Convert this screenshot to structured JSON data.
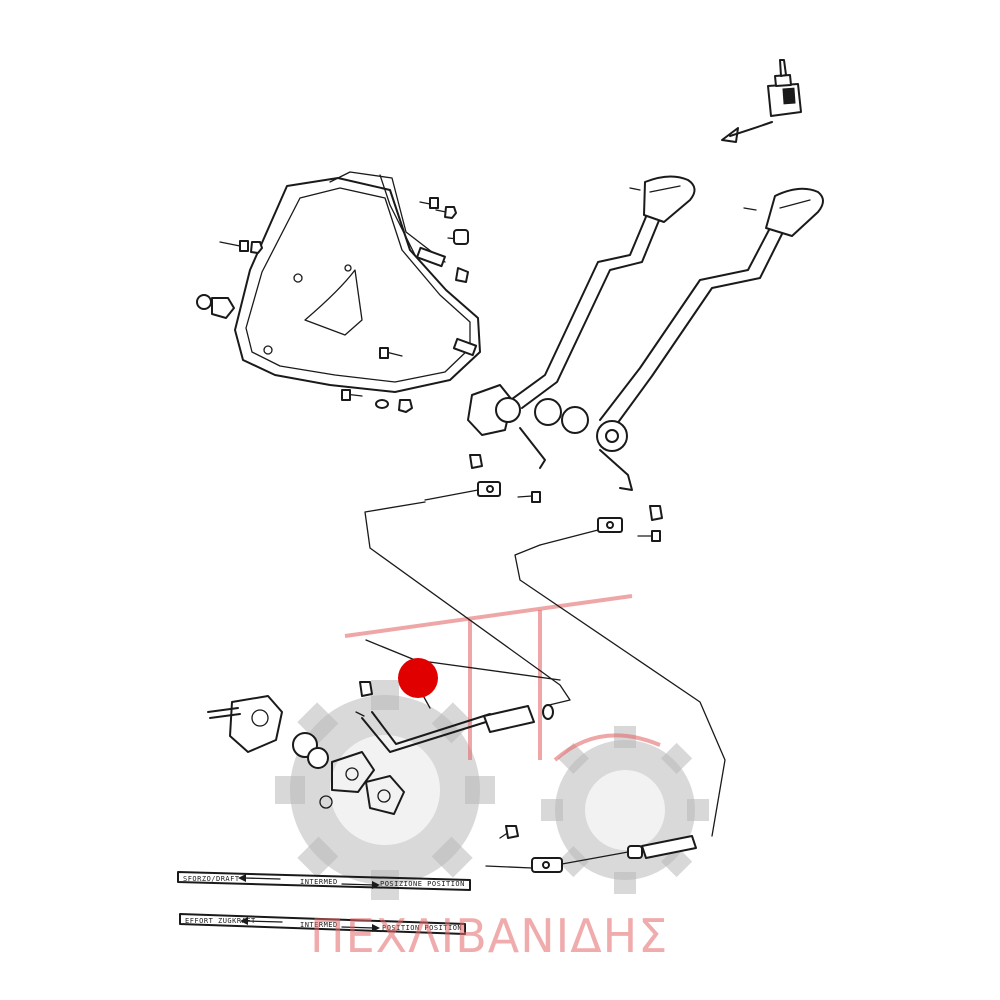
{
  "diagram": {
    "callout_marker": {
      "color": "#e00000"
    },
    "placards": [
      {
        "left": "SFORZO/DRAFT",
        "middle": "INTERMED",
        "right": "POSIZIONE POSITION"
      },
      {
        "left": "EFFORT ZUGKRAFT",
        "middle": "INTERMED",
        "right": "POSITION POSITION"
      }
    ],
    "watermark": {
      "text": "ΠΕΧΛΙΒΑΝΙΔΗΣ",
      "color": "#e46a6a"
    },
    "icons": [
      "oil-bottle-icon",
      "lubricate-arrow-icon",
      "tractor-logo-watermark"
    ]
  }
}
